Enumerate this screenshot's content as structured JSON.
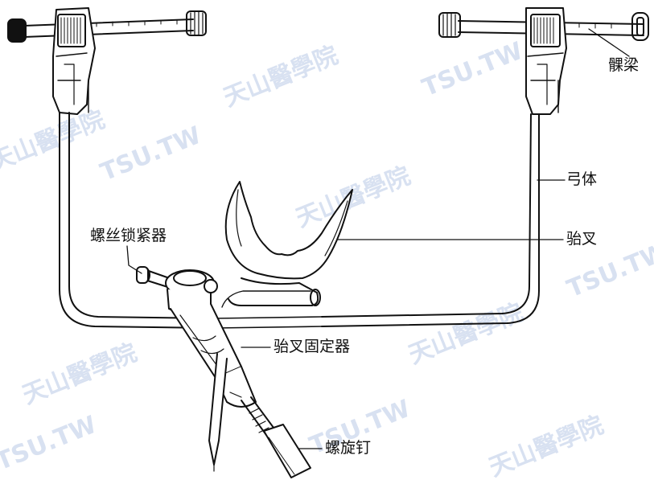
{
  "labels": {
    "keliang": "髁梁",
    "gongti": "弓体",
    "qiacha": "骀叉",
    "luosi_suojinqi": "螺丝锁紧器",
    "qiacha_gudingqi": "骀叉固定器",
    "luoxuanding": "螺旋钉"
  },
  "watermark": {
    "latin": "TSU.TW",
    "chinese": "天山醫學院"
  },
  "colors": {
    "line": "#111111",
    "watermark": "#b9c9e6"
  }
}
